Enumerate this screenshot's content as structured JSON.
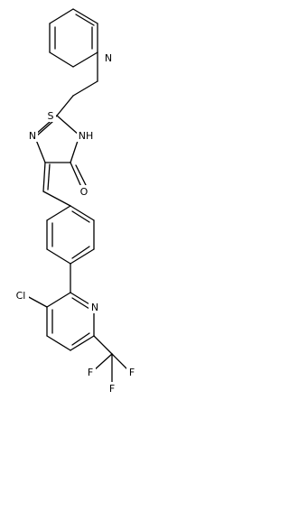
{
  "structure": {
    "atoms": {
      "pyridine_n": "N",
      "thioether_s": "S",
      "imidazole_n": "N",
      "imidazole_nh": "NH",
      "carbonyl_o": "O",
      "chloro": "Cl",
      "pyridine_n2": "N",
      "fluoro_1": "F",
      "fluoro_2": "F",
      "fluoro_3": "F"
    },
    "colors": {
      "bond": "#000000",
      "label": "#000000",
      "background": "#ffffff"
    }
  }
}
